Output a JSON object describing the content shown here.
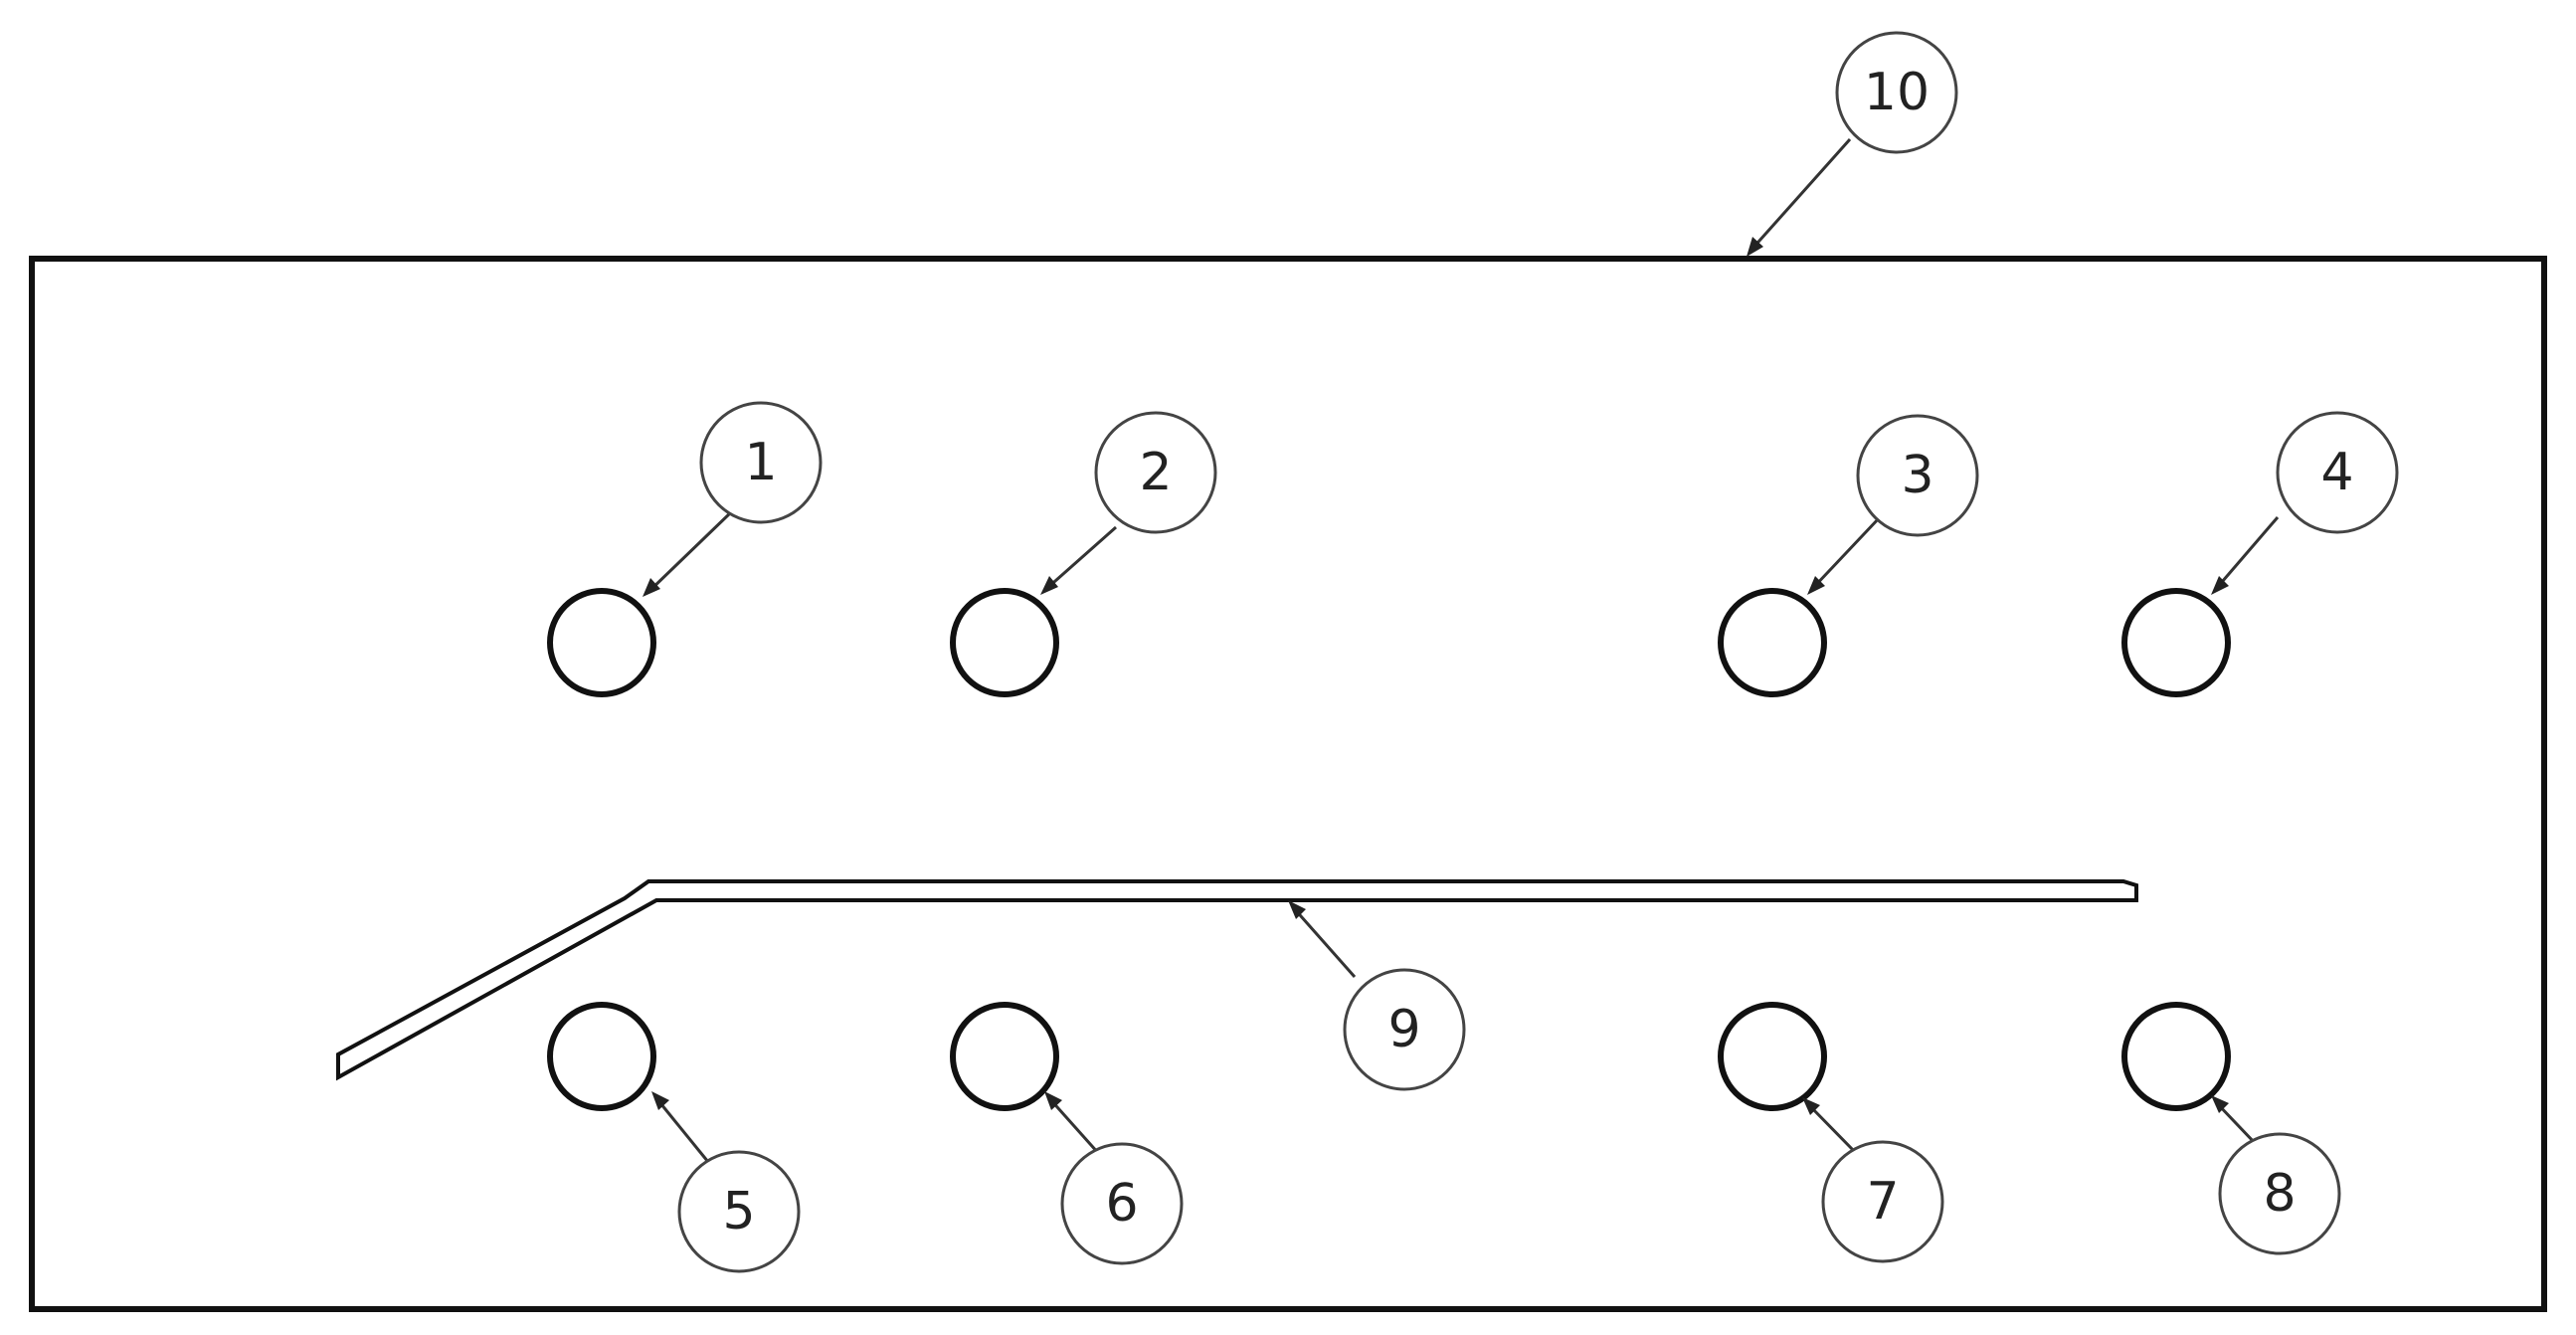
{
  "diagram": {
    "callouts": [
      {
        "id": "frame",
        "label": "10"
      },
      {
        "id": "hole-1",
        "label": "1"
      },
      {
        "id": "hole-2",
        "label": "2"
      },
      {
        "id": "hole-3",
        "label": "3"
      },
      {
        "id": "hole-4",
        "label": "4"
      },
      {
        "id": "hole-5",
        "label": "5"
      },
      {
        "id": "hole-6",
        "label": "6"
      },
      {
        "id": "hole-7",
        "label": "7"
      },
      {
        "id": "hole-8",
        "label": "8"
      },
      {
        "id": "plate",
        "label": "9"
      }
    ]
  }
}
